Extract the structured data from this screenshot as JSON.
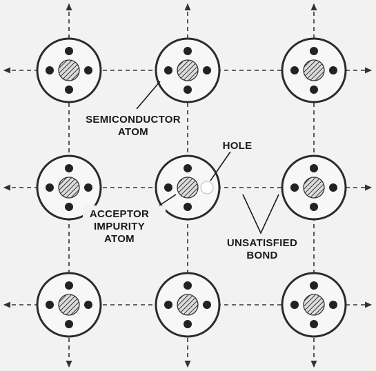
{
  "labels": {
    "semiconductor_atom_line1": "SEMICONDUCTOR",
    "semiconductor_atom_line2": "ATOM",
    "hole": "HOLE",
    "acceptor_line1": "ACCEPTOR",
    "acceptor_line2": "IMPURITY",
    "acceptor_line3": "ATOM",
    "unsatisfied_line1": "UNSATISFIED",
    "unsatisfied_line2": "BOND"
  },
  "colors": {
    "background": "#f2f2f2",
    "ink": "#2b2b2b",
    "impurity_fill": "#8c8c8c",
    "hole_fill": "#ffffff"
  },
  "icons": {
    "electron": "filled-dot",
    "nucleus": "hatched-circle",
    "hole": "open-circle",
    "lattice_bond": "dashed-arrow-line"
  }
}
